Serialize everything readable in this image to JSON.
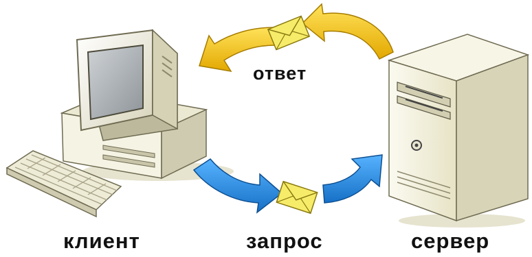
{
  "labels": {
    "client": "клиент",
    "server": "сервер",
    "request": "запрос",
    "response": "ответ"
  },
  "colors": {
    "request_arrow": "#2f8fe0",
    "response_arrow": "#f2c10c",
    "envelope": "#f7ec6a",
    "device_body": "#f3f1df",
    "device_shadow": "#c9c5a7"
  },
  "icons": [
    "client-computer-icon",
    "keyboard-icon",
    "server-tower-icon",
    "envelope-icon"
  ]
}
